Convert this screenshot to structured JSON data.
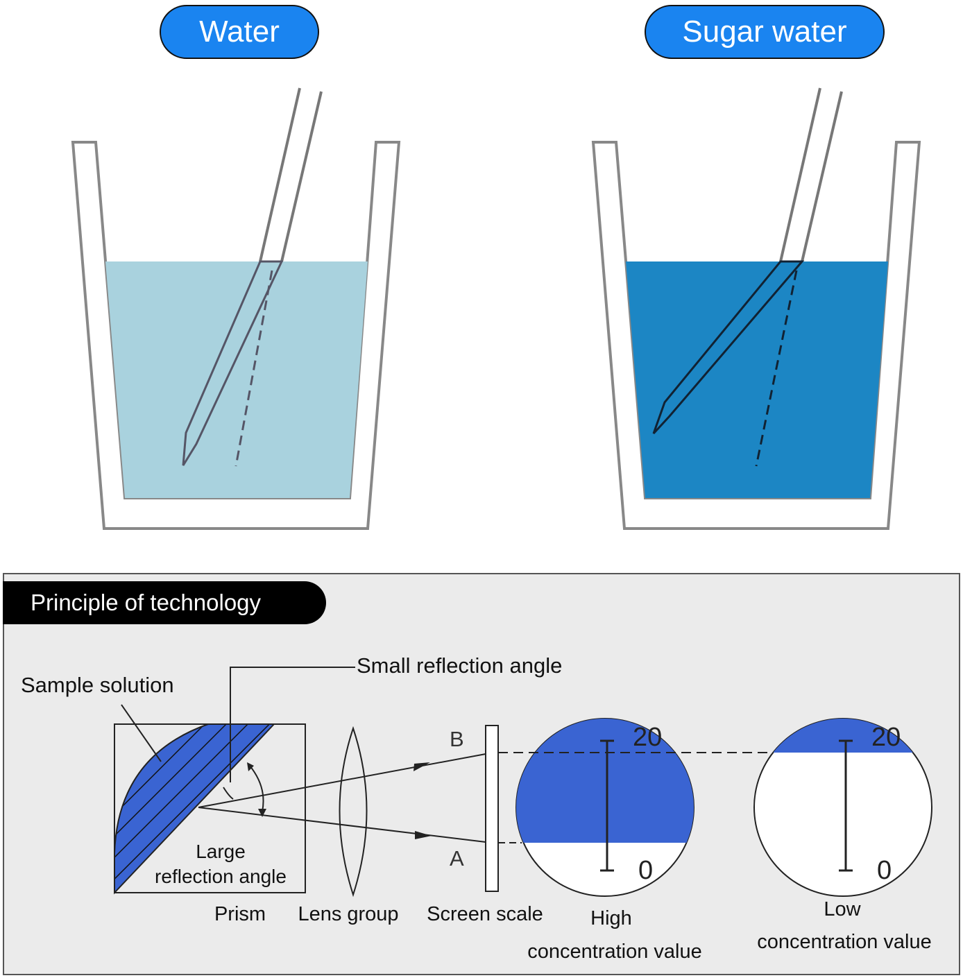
{
  "cups": {
    "water_label": "Water",
    "sugar_label": "Sugar water"
  },
  "colors": {
    "pill": "#1a84f0",
    "water": "#a9d2de",
    "sugar_water": "#1c86c4",
    "field_blue": "#3a64d2",
    "panel_bg": "#ebebeb"
  },
  "principle": {
    "title": "Principle of technology",
    "sample_solution": "Sample solution",
    "small_reflection_angle": "Small reflection angle",
    "large_reflection_angle_line1": "Large",
    "large_reflection_angle_line2": "reflection angle",
    "prism": "Prism",
    "lens_group": "Lens group",
    "screen_scale": "Screen scale",
    "point_b": "B",
    "point_a": "A",
    "high_line1": "High",
    "high_line2": "concentration value",
    "low_line1": "Low",
    "low_line2": "concentration value",
    "scale_top": "20",
    "scale_bottom": "0"
  }
}
